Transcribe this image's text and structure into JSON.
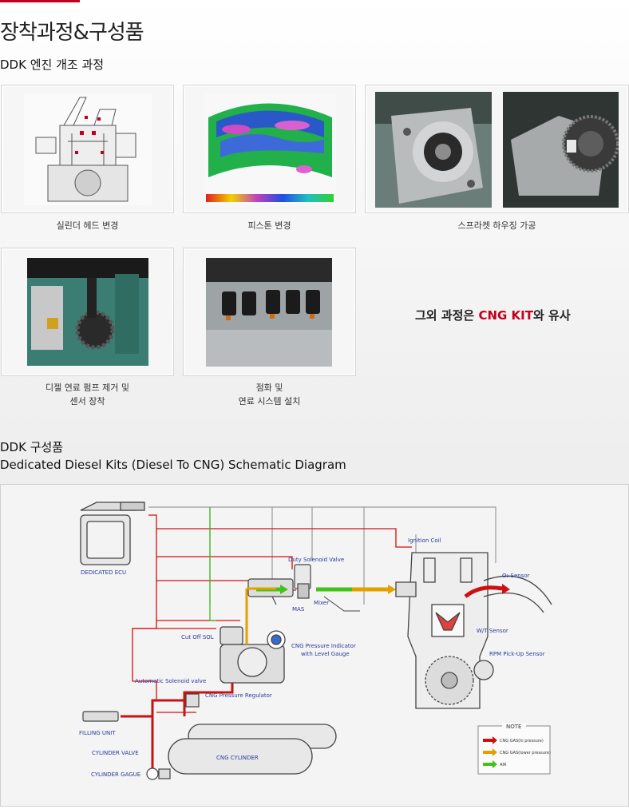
{
  "page": {
    "title": "장착과정&구성품",
    "section1_title": "DDK 엔진 개조 과정",
    "section2_title": "DDK 구성품",
    "section2_subtitle": "Dedicated Diesel Kits (Diesel To CNG) Schematic Diagram"
  },
  "process": {
    "items": [
      {
        "caption": "실린더 헤드 변경"
      },
      {
        "caption": "피스톤 변경"
      },
      {
        "caption": "스프라켓 하우징 가공"
      },
      {
        "caption_line1": "디젤 연료 펌프 제거 및",
        "caption_line2": "센서 장착"
      },
      {
        "caption_line1": "점화 및",
        "caption_line2": "연료 시스템 설치"
      }
    ],
    "other_prefix": "그외 과정은 ",
    "other_highlight": "CNG KIT",
    "other_suffix": "와 유사"
  },
  "diagram": {
    "labels": {
      "ecu": "DEDICATED ECU",
      "ignition": "Ignition Coil",
      "duty": "Duty Solenoid Valve",
      "mixer": "Mixer",
      "mas": "MAS",
      "o2": "O₂ Sensor",
      "cutoff": "Cut Off SOL",
      "indicator_l1": "CNG Pressure Indicator",
      "indicator_l2": "with Level Gauge",
      "wt": "W/T Sensor",
      "rpm": "RPM Pick-Up Sensor",
      "auto_sol": "Automatic Solenoid valve",
      "regulator": "CNG Pressure Regulator",
      "filling": "FILLING UNIT",
      "cyl_valve": "CYLINDER VALVE",
      "cylinder": "CNG CYLINDER",
      "cyl_gauge": "CYLINDER GAGUE"
    },
    "note": {
      "title": "NOTE",
      "items": [
        {
          "label": "CNG GAS(hi pressure)",
          "color": "#cc1111"
        },
        {
          "label": "CNG GAS(lower pressure)",
          "color": "#e3a100"
        },
        {
          "label": "AIR",
          "color": "#44c21a"
        }
      ]
    },
    "colors": {
      "wire_red": "#d01010",
      "wire_green": "#3dbb1f",
      "wire_gray": "#9a9a9a",
      "label_blue": "#2a3a9a"
    }
  }
}
